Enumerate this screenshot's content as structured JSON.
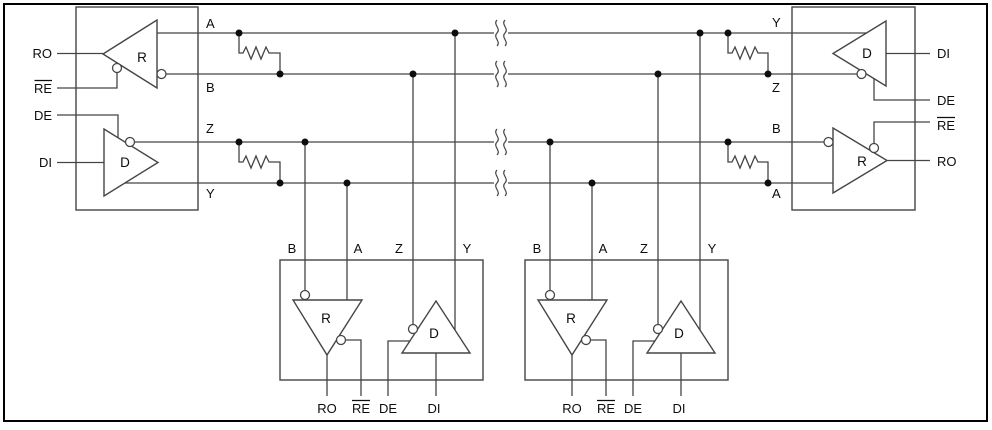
{
  "labels": {
    "bus_a": "A",
    "bus_b": "B",
    "bus_z": "Z",
    "bus_y": "Y",
    "pin_ro": "RO",
    "pin_re": "RE",
    "pin_de": "DE",
    "pin_di": "DI",
    "receiver": "R",
    "driver": "D"
  },
  "colors": {
    "wire": "#454545",
    "ink": "#0d0d0d",
    "frame": "#000000",
    "background": "#ffffff"
  }
}
